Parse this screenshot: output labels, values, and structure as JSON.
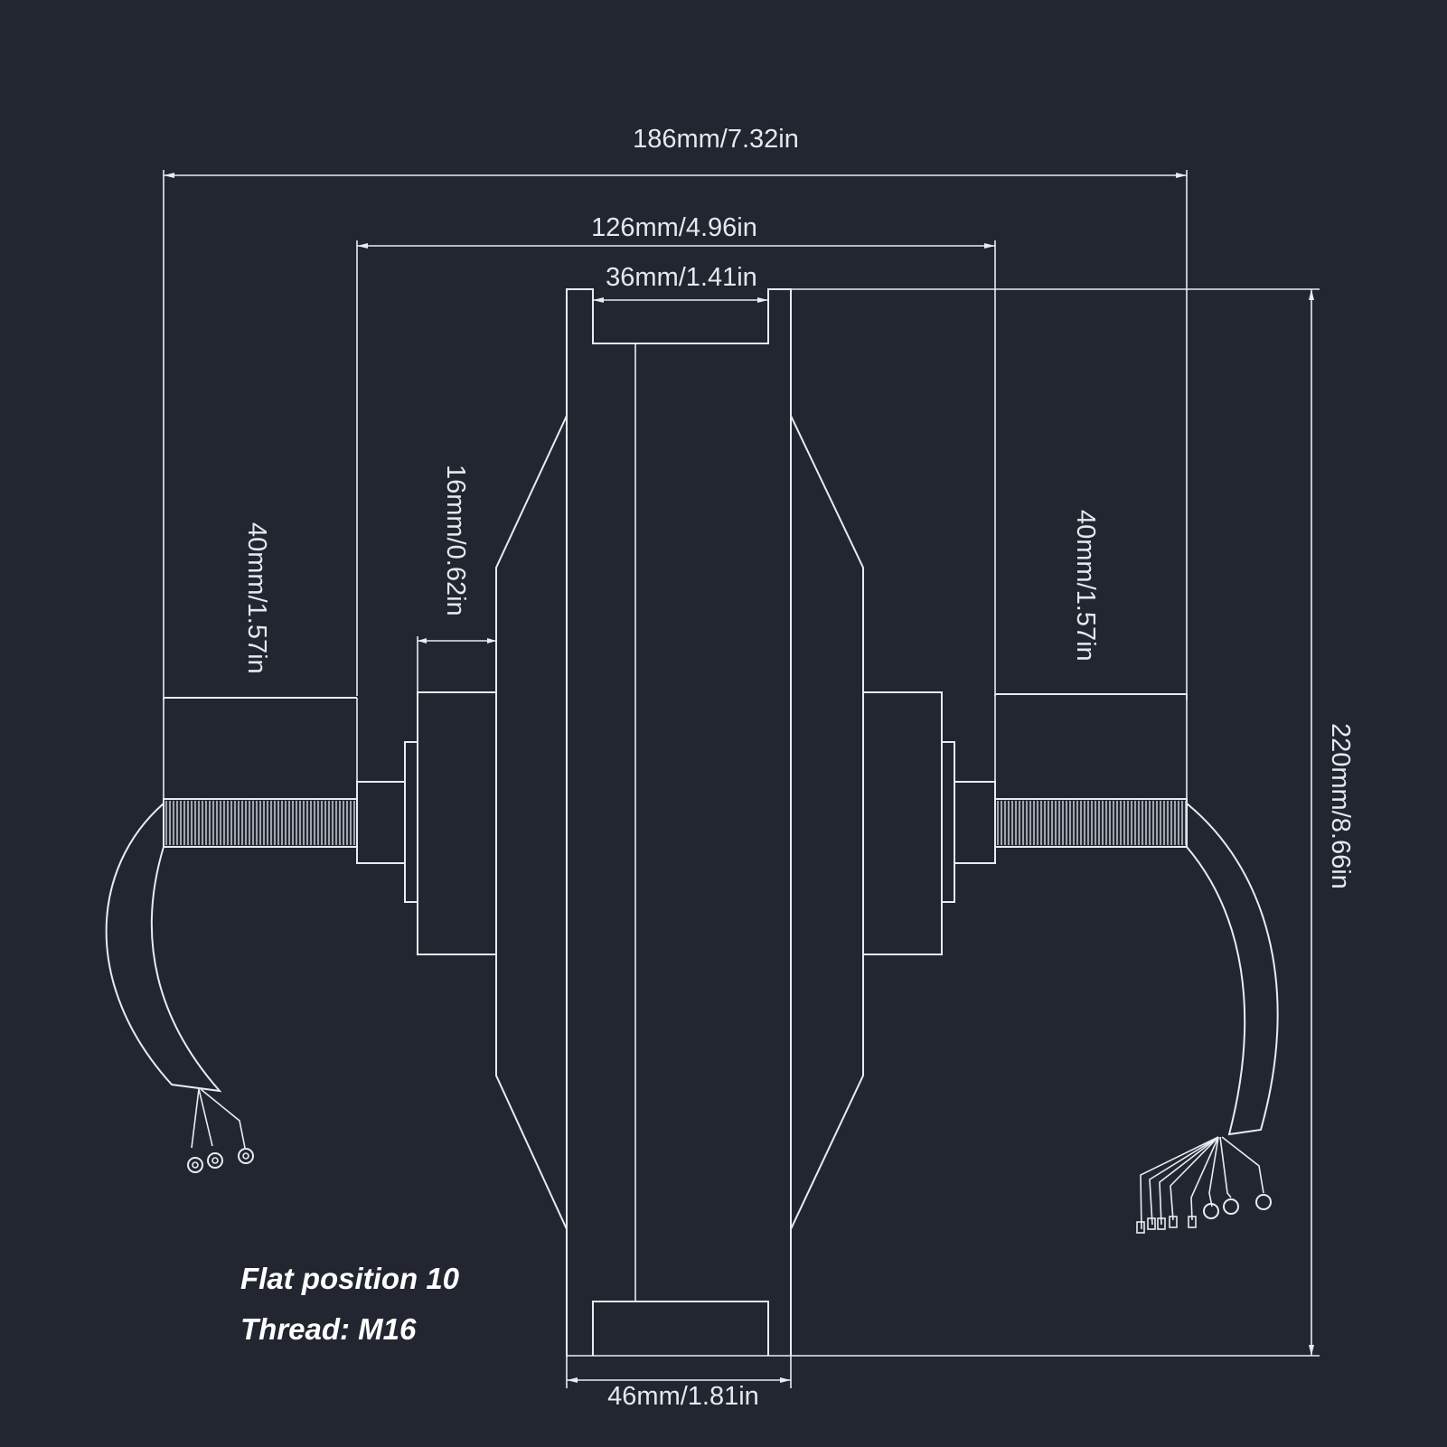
{
  "dimensions": {
    "overall_axle_length": "186mm/7.32in",
    "dropout_spacing": "126mm/4.96in",
    "rim_inner_width": "36mm/1.41in",
    "rim_outer_width": "46mm/1.81in",
    "overall_diameter": "220mm/8.66in",
    "left_axle_extension": "40mm/1.57in",
    "right_axle_extension": "40mm/1.57in",
    "bearing_width": "16mm/0.62in"
  },
  "notes": {
    "flat_position": "Flat position 10",
    "thread": "Thread: M16"
  },
  "colors": {
    "background": "#212631",
    "line": "#e9ecef"
  }
}
